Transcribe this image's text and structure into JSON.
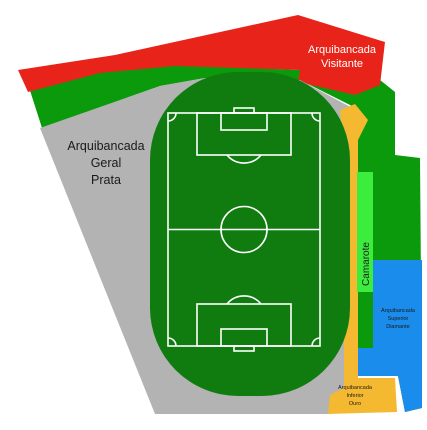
{
  "colors": {
    "background": "#ffffff",
    "visitante": "#e8241a",
    "outer_grass": "#0b9a0b",
    "track": "#b3b3b3",
    "pitch": "#107c10",
    "camarote": "#3ded3d",
    "ouro": "#f4b930",
    "diamante": "#1a8cec",
    "label_dark": "#1a1a1a",
    "label_light": "#ffffff"
  },
  "sectors": {
    "visitante": {
      "line1": "Arquibancada",
      "line2": "Visitante"
    },
    "geral_prata": {
      "line1": "Arquibancada",
      "line2": "Geral",
      "line3": "Prata"
    },
    "camarote": {
      "label": "Camarote"
    },
    "superior_diamante": {
      "line1": "Arquibancada",
      "line2": "Superior",
      "line3": "Diamante"
    },
    "inferior_ouro": {
      "line1": "Arquibancada",
      "line2": "Inferior",
      "line3": "Ouro"
    }
  }
}
